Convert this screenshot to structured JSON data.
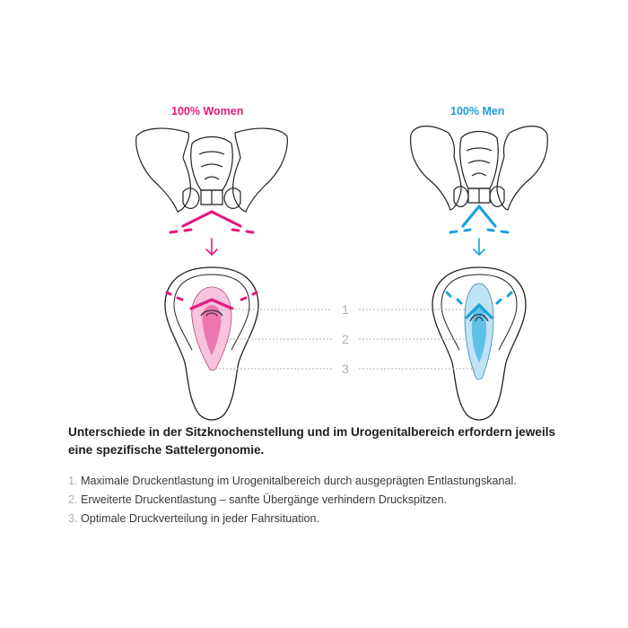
{
  "women": {
    "label": "100% Women",
    "color": "#e5197d",
    "light": "#f7c3dd",
    "mid": "#ec76ae"
  },
  "men": {
    "label": "100% Men",
    "color": "#1ba1dc",
    "light": "#bfe3f4",
    "mid": "#5fc0ea"
  },
  "zones": [
    {
      "marker": "1"
    },
    {
      "marker": "2"
    },
    {
      "marker": "3"
    }
  ],
  "headline": "Unterschiede in der Sitzknochenstellung und im Urogenitalbereich erfordern jeweils eine spezifische Sattelergonomie.",
  "list": [
    {
      "marker": "1.",
      "text": "Maximale Druckentlastung im Urogenitalbereich durch ausgeprägten Entlastungskanal."
    },
    {
      "marker": "2.",
      "text": "Erweiterte Druckentlastung – sanfte Übergänge verhindern Druckspitzen."
    },
    {
      "marker": "3.",
      "text": "Optimale Druckverteilung in jeder Fahrsituation."
    }
  ]
}
